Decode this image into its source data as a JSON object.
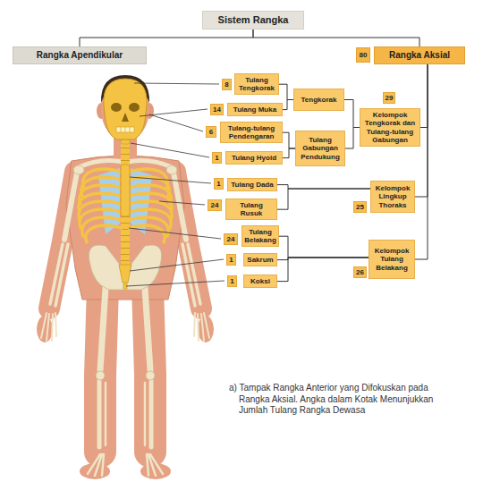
{
  "diagram": {
    "nodes": [
      {
        "text": [
          "Sistem Rangka"
        ]
      },
      {
        "text": [
          "Rangka Apendikular"
        ]
      },
      {
        "text": [
          "80"
        ]
      },
      {
        "text": [
          "Rangka Aksial"
        ]
      },
      {
        "text": [
          "8"
        ]
      },
      {
        "text": [
          "Tulang Tengkorak"
        ]
      },
      {
        "text": [
          "14"
        ]
      },
      {
        "text": [
          "Tulang Muka"
        ]
      },
      {
        "text": [
          "6"
        ]
      },
      {
        "text": [
          "Tulang-tulang Pendengaran"
        ]
      },
      {
        "text": [
          "1"
        ]
      },
      {
        "text": [
          "Tulang Hyoid"
        ]
      },
      {
        "text": [
          "Tengkorak"
        ]
      },
      {
        "text": [
          "Tulang Gabungan Pendukung"
        ]
      },
      {
        "text": [
          "29"
        ]
      },
      {
        "text": [
          "Kelompok Tengkorak dan Tulang-tulang Gabungan"
        ]
      },
      {
        "text": [
          "1"
        ]
      },
      {
        "text": [
          "Tulang Dada"
        ]
      },
      {
        "text": [
          "24"
        ]
      },
      {
        "text": [
          "Tulang Rusuk"
        ]
      },
      {
        "text": [
          "Kelompok Lingkup Thoraks"
        ]
      },
      {
        "text": [
          "25"
        ]
      },
      {
        "text": [
          "24"
        ]
      },
      {
        "text": [
          "Tulang Belakang"
        ]
      },
      {
        "text": [
          "1"
        ]
      },
      {
        "text": [
          "Sakrum"
        ]
      },
      {
        "text": [
          "1"
        ]
      },
      {
        "text": [
          "Koksi"
        ]
      },
      {
        "text": [
          "Kelompok Tulang Belakang"
        ]
      },
      {
        "text": [
          "26"
        ]
      }
    ],
    "edges": [
      {
        "from": 0,
        "to": 1,
        "arrow": "none"
      },
      {
        "from": 0,
        "to": 3,
        "arrow": "none"
      },
      {
        "from": 5,
        "to": 12,
        "arrow": "none"
      },
      {
        "from": 7,
        "to": 12,
        "arrow": "none"
      },
      {
        "from": 9,
        "to": 13,
        "arrow": "none"
      },
      {
        "from": 11,
        "to": 13,
        "arrow": "none"
      },
      {
        "from": 12,
        "to": 15,
        "arrow": "none"
      },
      {
        "from": 13,
        "to": 15,
        "arrow": "none"
      },
      {
        "from": 17,
        "to": 20,
        "arrow": "none"
      },
      {
        "from": 19,
        "to": 20,
        "arrow": "none"
      },
      {
        "from": 23,
        "to": 28,
        "arrow": "none"
      },
      {
        "from": 25,
        "to": 28,
        "arrow": "none"
      },
      {
        "from": 27,
        "to": 28,
        "arrow": "none"
      },
      {
        "from": 15,
        "to": 3,
        "arrow": "none"
      },
      {
        "from": 20,
        "to": 3,
        "arrow": "none"
      },
      {
        "from": 28,
        "to": 3,
        "arrow": "none"
      }
    ],
    "caption": "a) Tampak Rangka Anterior yang Difokuskan pada Rangka Aksial. Angka dalam Kotak Menunjukkan Jumlah Tulang Rangka Dewasa"
  }
}
